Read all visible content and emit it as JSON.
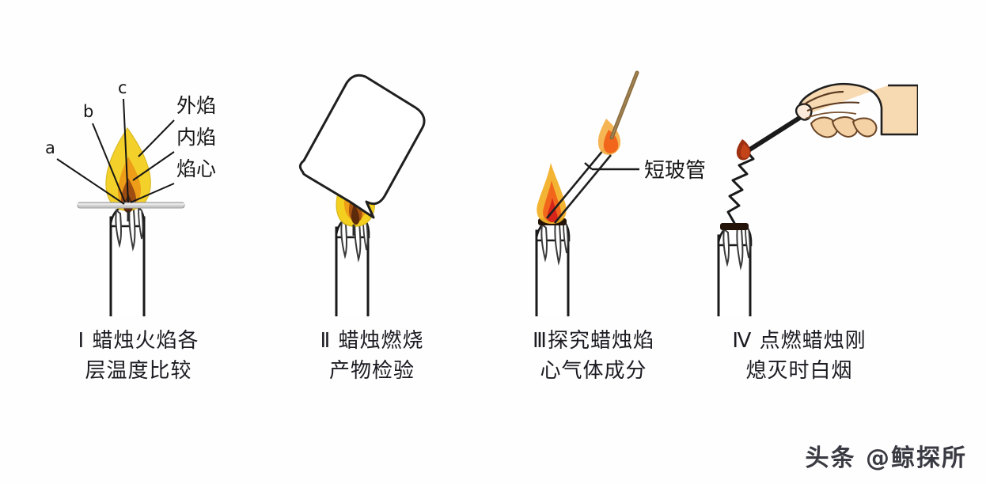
{
  "figure": {
    "title_semantic": "candle-flame-experiments",
    "background_color": "#ffffff"
  },
  "colors": {
    "flame_outer": "#f3cf1f",
    "flame_inner": "#e8930f",
    "flame_core": "#7a3b11",
    "candle_outline": "#1a1a1a",
    "skin": "#f7d9b2",
    "skin_shade": "#e8bf8d",
    "match_stick": "#8a6a3c",
    "match_flame": "#f05a18",
    "smoke": "#1a1a1a",
    "text": "#1b1b22"
  },
  "panels": [
    {
      "id": "I",
      "numeral": "Ⅰ",
      "caption_lines": [
        "Ⅰ 蜡烛火焰各",
        "层温度比较"
      ],
      "caption_full": "Ⅰ 蜡烛火焰各层温度比较",
      "labels": {
        "a": "a",
        "b": "b",
        "c": "c",
        "outer_flame": "外焰",
        "inner_flame": "内焰",
        "flame_core": "焰心"
      },
      "objects": [
        "candle",
        "flame",
        "match-stick-horizontal",
        "leader-lines"
      ]
    },
    {
      "id": "II",
      "numeral": "Ⅱ",
      "caption_lines": [
        "Ⅱ 蜡烛燃烧",
        "产物检验"
      ],
      "caption_full": "Ⅱ 蜡烛燃烧产物检验",
      "labels": {},
      "objects": [
        "candle",
        "flame",
        "tilted-beaker"
      ]
    },
    {
      "id": "III",
      "numeral": "Ⅲ",
      "caption_lines": [
        "Ⅲ探究蜡烛焰",
        "心气体成分"
      ],
      "caption_full": "Ⅲ探究蜡烛焰心气体成分",
      "labels": {
        "glass_tube": "短玻管"
      },
      "objects": [
        "candle",
        "flame",
        "glass-tube",
        "tube-tip-flame",
        "match-stick"
      ]
    },
    {
      "id": "IV",
      "numeral": "Ⅳ",
      "caption_lines": [
        "Ⅳ 点燃蜡烛刚",
        "熄灭时白烟"
      ],
      "caption_full": "Ⅳ 点燃蜡烛刚熄灭时白烟",
      "labels": {},
      "objects": [
        "candle-extinguished",
        "white-smoke-trail",
        "hand",
        "match-with-flame"
      ]
    }
  ],
  "watermark": {
    "text": "头条 @鲸探所"
  }
}
